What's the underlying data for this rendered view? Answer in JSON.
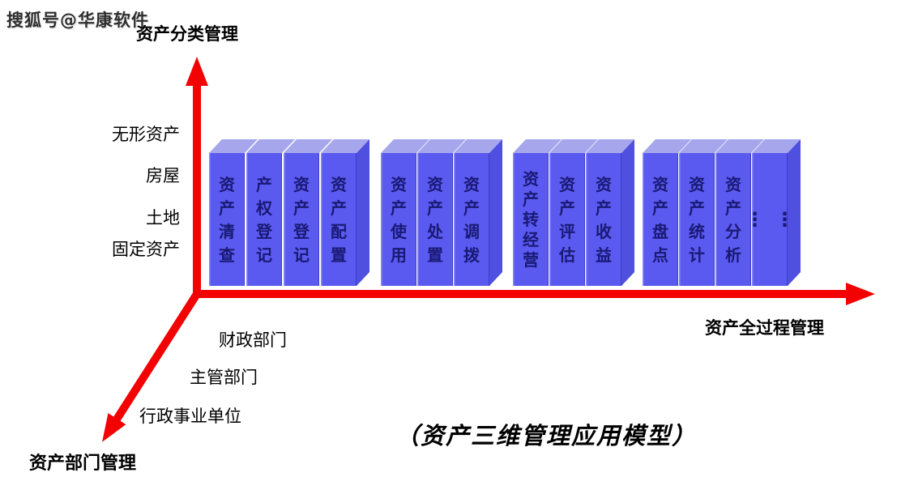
{
  "watermark": "搜狐号@华康软件",
  "caption": "（资产三维管理应用模型）",
  "axes": {
    "y": {
      "label": "资产分类管理",
      "ticks": [
        "无形资产",
        "房屋",
        "土地",
        "固定资产"
      ]
    },
    "x": {
      "label": "资产全过程管理"
    },
    "z": {
      "label": "资产部门管理",
      "ticks": [
        "财政部门",
        "主管部门",
        "行政事业单位"
      ]
    }
  },
  "groups": [
    {
      "books": [
        {
          "label": "资产清查"
        },
        {
          "label": "产权登记"
        },
        {
          "label": "资产登记"
        },
        {
          "label": "资产配置"
        }
      ]
    },
    {
      "books": [
        {
          "label": "资产使用"
        },
        {
          "label": "资产处置"
        },
        {
          "label": "资产调拨"
        }
      ]
    },
    {
      "books": [
        {
          "label": "资产转经营"
        },
        {
          "label": "资产评估"
        },
        {
          "label": "资产收益"
        }
      ]
    },
    {
      "books": [
        {
          "label": "资产盘点"
        },
        {
          "label": "资产统计"
        },
        {
          "label": "资产分析"
        },
        {
          "label": "⋮⋮",
          "type": "ellipsis",
          "ellipsis_glyph": "⋮"
        }
      ]
    }
  ],
  "colors": {
    "axis_red": "#f20202",
    "book_front": "#5a5af0",
    "book_top": "#a6a6ec",
    "book_side": "#4f4fe0",
    "book_edge_light": "#8a8af8",
    "book_edge_dark": "#3c3cd0",
    "book_text": "#191975"
  }
}
